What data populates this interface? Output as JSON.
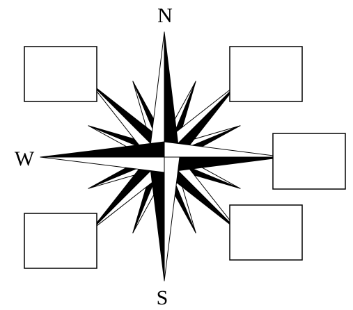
{
  "labels": {
    "north": "N",
    "south": "S",
    "west": "W"
  },
  "answer_boxes": [
    {
      "id": "top-left",
      "value": ""
    },
    {
      "id": "top-right",
      "value": ""
    },
    {
      "id": "right",
      "value": ""
    },
    {
      "id": "bottom-left",
      "value": ""
    },
    {
      "id": "bottom-right",
      "value": ""
    }
  ],
  "colors": {
    "ink": "#000000",
    "paper": "#ffffff"
  }
}
